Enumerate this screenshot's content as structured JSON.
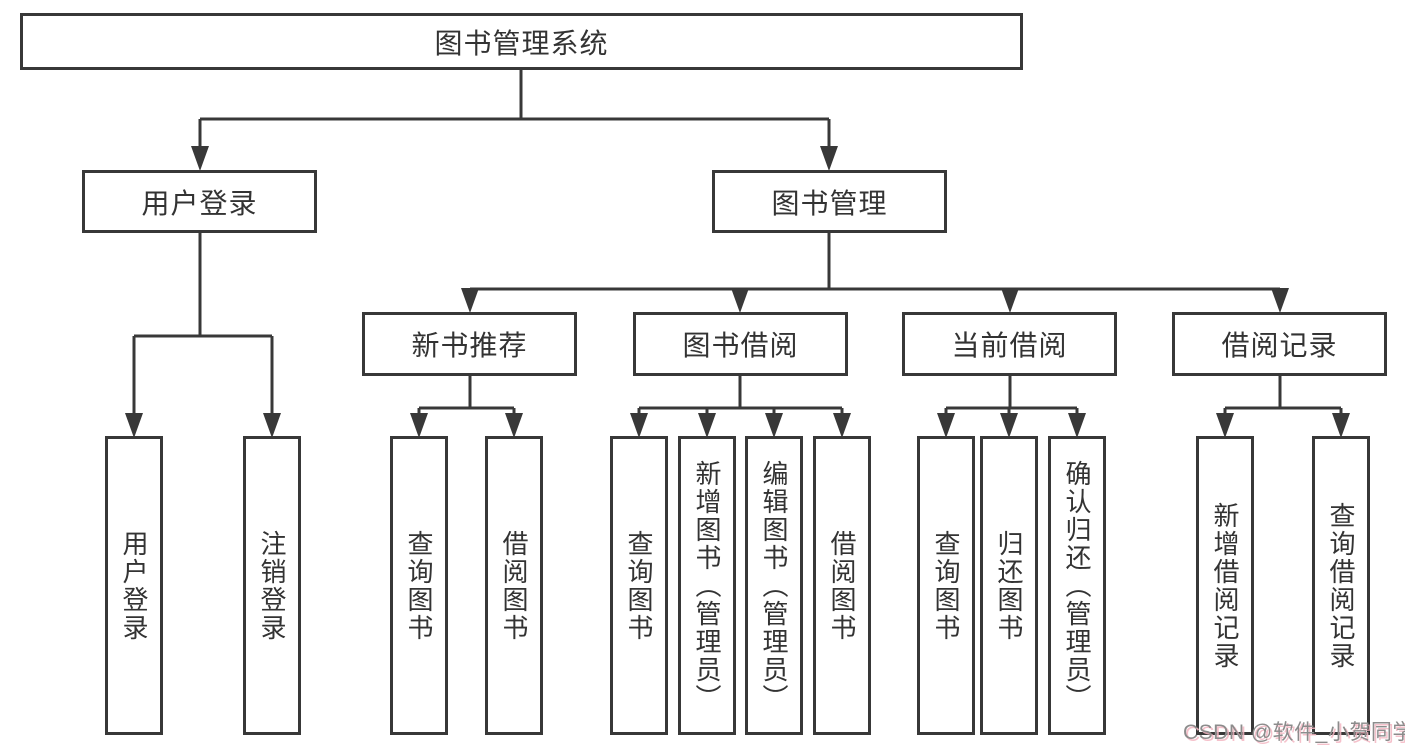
{
  "tree": {
    "root": "图书管理系统",
    "user_login": {
      "label": "用户登录",
      "leaf_login": "用户登录",
      "leaf_logout": "注销登录"
    },
    "book_mgmt": {
      "label": "图书管理",
      "new_book": {
        "label": "新书推荐",
        "leaf_query": "查询图书",
        "leaf_borrow": "借阅图书"
      },
      "book_borrow": {
        "label": "图书借阅",
        "leaf_query": "查询图书",
        "leaf_add": "新增图书（管理员）",
        "leaf_edit": "编辑图书（管理员）",
        "leaf_borrow": "借阅图书"
      },
      "current_borrow": {
        "label": "当前借阅",
        "leaf_query": "查询图书",
        "leaf_return": "归还图书",
        "leaf_confirm": "确认归还（管理员）"
      },
      "borrow_records": {
        "label": "借阅记录",
        "leaf_add": "新增借阅记录",
        "leaf_query": "查询借阅记录"
      }
    }
  },
  "watermark": {
    "text": "CSDN @软件_小贺同学"
  },
  "colors": {
    "line": "#383838",
    "text": "#333333",
    "background": "#ffffff",
    "watermark_gray": "#8c8c8c",
    "watermark_pink": "#f3b6c2"
  }
}
